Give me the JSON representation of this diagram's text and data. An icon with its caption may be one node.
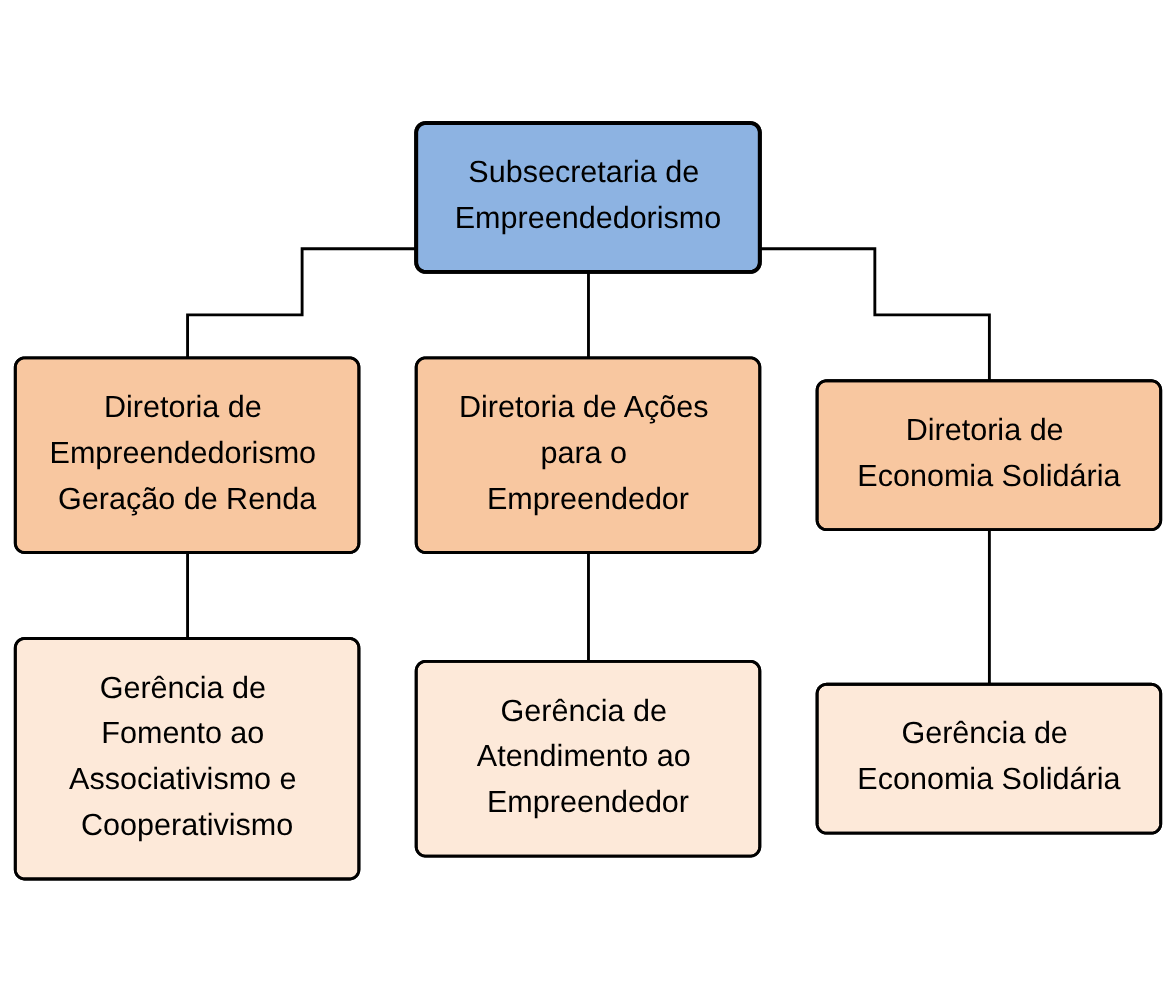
{
  "diagram": {
    "nodes": [
      {
        "text": [
          "Subsecretaria de Empreendedorismo"
        ]
      },
      {
        "text": [
          "Diretoria de Empreendedorismo Geração de Renda"
        ]
      },
      {
        "text": [
          "Diretoria de Ações para o Empreendedor"
        ]
      },
      {
        "text": [
          "Diretoria de Economia Solidária"
        ]
      },
      {
        "text": [
          "Gerência de Fomento ao Associativismo e Cooperativismo"
        ]
      },
      {
        "text": [
          "Gerência de Atendimento ao Empreendedor"
        ]
      },
      {
        "text": [
          "Gerência de Economia Solidária"
        ]
      }
    ],
    "edges": [
      {
        "from": 0,
        "to": 1,
        "arrow": "none"
      },
      {
        "from": 0,
        "to": 2,
        "arrow": "none"
      },
      {
        "from": 0,
        "to": 3,
        "arrow": "none"
      },
      {
        "from": 1,
        "to": 4,
        "arrow": "none"
      },
      {
        "from": 2,
        "to": 5,
        "arrow": "none"
      },
      {
        "from": 3,
        "to": 6,
        "arrow": "none"
      }
    ]
  }
}
